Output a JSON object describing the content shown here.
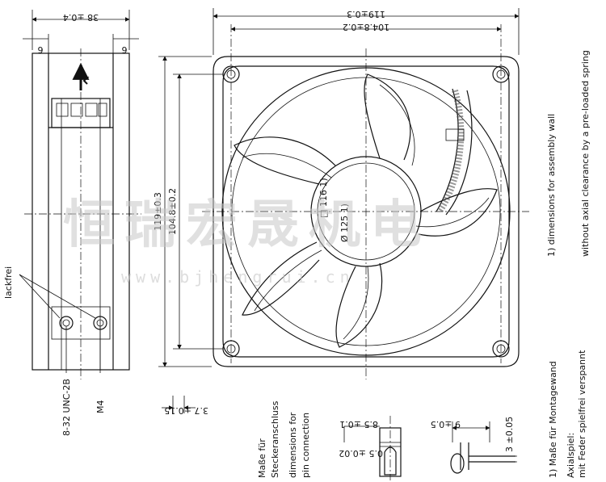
{
  "side_view": {
    "width_dim": "38 ±0.4",
    "flange_left": "6",
    "flange_right": "6",
    "callout_lackfrei": "lackfrei",
    "callout_thread": "8-32 UNC-2B",
    "callout_m4": "M4"
  },
  "front_view": {
    "outer_width": "119±0.3",
    "hole_spacing_h": "104.8±0.2",
    "outer_height": "119±0.3",
    "hole_spacing_v": "104.8±0.2",
    "hub_diameter": "Ø 125 1)",
    "hub_square": "□ 116 1)"
  },
  "details": {
    "pin_offset": "3.7 ±0.15",
    "connector_note": [
      "Maße für",
      "Steckeranschluss",
      "dimensions for",
      "pin connection"
    ],
    "pin_length": "8.5 ±0.1",
    "pin_width": "0.5 ±0.02",
    "spring_width": "9 ±0.5",
    "spring_height": "3 ±0.05"
  },
  "notes": {
    "note_en_1": "1) dimensions for assembly wall",
    "note_en_2": "without axial clearance by a pre-loaded spring",
    "note_de_1": "1) Maße für Montagewand",
    "note_de_2": "Axialspiel:",
    "note_de_3": "mit Feder spielfrei verspannt"
  },
  "watermark": {
    "chinese": "恒瑞宏晟机电",
    "url": "www.bjhengrui.cn"
  }
}
